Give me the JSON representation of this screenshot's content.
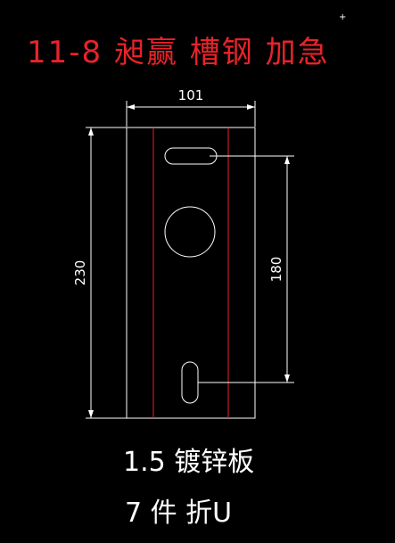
{
  "title": "11-8 昶赢 槽钢 加急",
  "dimensions": {
    "width": "101",
    "height": "230",
    "hole_spacing": "180"
  },
  "notes": {
    "material": "1.5 镀锌板",
    "quantity": "7 件 折U"
  },
  "colors": {
    "background": "#000000",
    "title": "#e8232a",
    "lines": "#ffffff",
    "fold_lines": "#e8232a"
  }
}
